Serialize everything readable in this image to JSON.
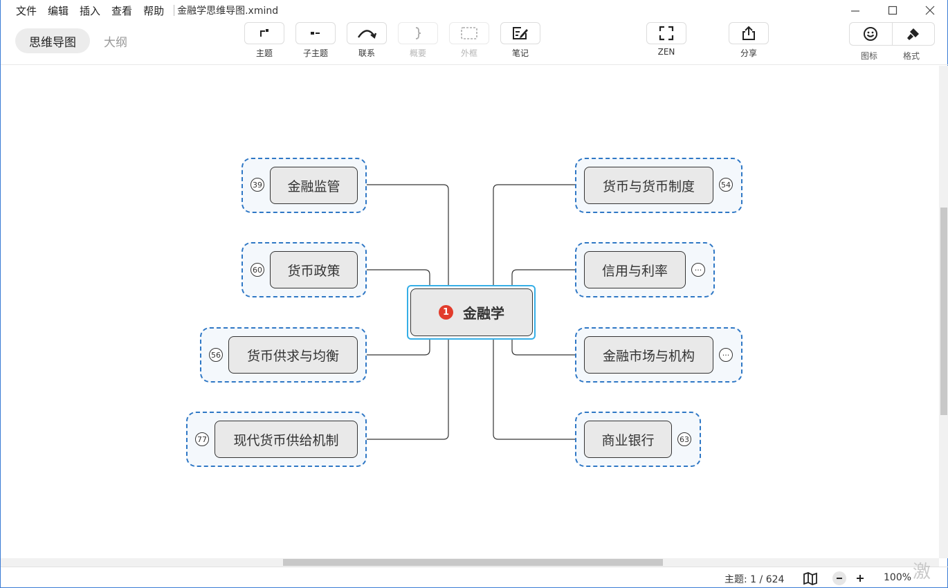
{
  "menu": {
    "items": [
      "文件",
      "编辑",
      "插入",
      "查看",
      "帮助"
    ],
    "document_title": "金融学思维导图.xmind"
  },
  "view_switch": {
    "mind_map": "思维导图",
    "outline": "大纲"
  },
  "toolbar": {
    "topic": "主题",
    "subtopic": "子主题",
    "relationship": "联系",
    "summary": "概要",
    "boundary": "外框",
    "notes": "笔记",
    "zen": "ZEN",
    "share": "分享",
    "icon": "图标",
    "format": "格式"
  },
  "mindmap": {
    "central": {
      "label": "金融学",
      "priority": "1"
    },
    "left_branches": [
      {
        "label": "金融监管",
        "count": "39"
      },
      {
        "label": "货币政策",
        "count": "60"
      },
      {
        "label": "货币供求与均衡",
        "count": "56"
      },
      {
        "label": "现代货币供给机制",
        "count": "77"
      }
    ],
    "right_branches": [
      {
        "label": "货币与货币制度",
        "count": "54"
      },
      {
        "label": "信用与利率",
        "count": "···"
      },
      {
        "label": "金融市场与机构",
        "count": "···"
      },
      {
        "label": "商业银行",
        "count": "63"
      }
    ]
  },
  "status": {
    "topic_count": "主题: 1 / 624",
    "zoom": "100%",
    "watermark": "激活"
  },
  "colors": {
    "boundary": "#2e77c5",
    "selection": "#35aee6",
    "topic_fill": "#e9e9e9",
    "priority": "#e23c2c"
  }
}
